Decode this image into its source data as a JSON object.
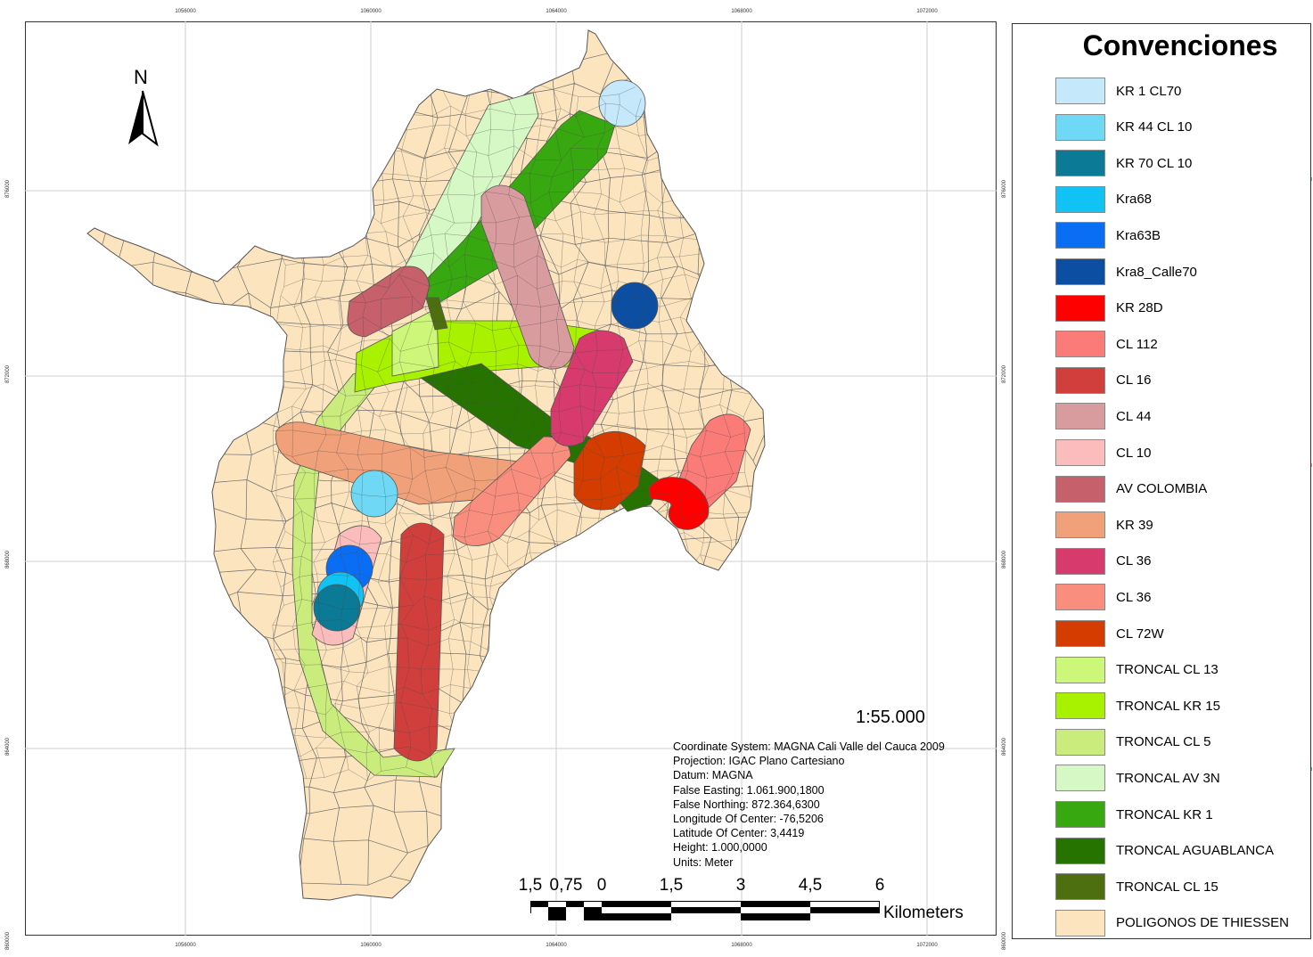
{
  "map": {
    "north_label": "N",
    "scale_ratio": "1:55.000",
    "projection_lines": [
      "Coordinate System: MAGNA Cali Valle del Cauca 2009",
      "Projection: IGAC Plano Cartesiano",
      "Datum: MAGNA",
      "False Easting: 1.061.900,1800",
      "False Northing: 872.364,6300",
      "Longitude Of Center: -76,5206",
      "Latitude Of Center: 3,4419",
      "Height: 1.000,0000",
      "Units: Meter"
    ],
    "scale_bar": {
      "labels": [
        "1,5",
        "0,75",
        "0",
        "1,5",
        "3",
        "4,5",
        "6"
      ],
      "unit": "Kilometers"
    },
    "x_ticks": [
      "1056000",
      "1060000",
      "1064000",
      "1068000",
      "1072000"
    ],
    "y_ticks": [
      "876000",
      "872000",
      "868000",
      "864000",
      "860000"
    ]
  },
  "legend": {
    "title": "Convenciones",
    "bracket_colors": [
      "#6fb3c8",
      "#f2907a",
      "#5db887"
    ],
    "items": [
      {
        "label": "KR 1 CL70",
        "color": "#c5e8fb"
      },
      {
        "label": "KR 44 CL 10",
        "color": "#6fd9f5"
      },
      {
        "label": "KR 70 CL 10",
        "color": "#0a7a96"
      },
      {
        "label": "Kra68",
        "color": "#11c2f5"
      },
      {
        "label": "Kra63B",
        "color": "#0a6ef5"
      },
      {
        "label": "Kra8_Calle70",
        "color": "#0b4ea2"
      },
      {
        "label": "KR 28D",
        "color": "#ff0000"
      },
      {
        "label": "CL 112",
        "color": "#fb7b78"
      },
      {
        "label": "CL 16",
        "color": "#d03f3c"
      },
      {
        "label": "CL 44",
        "color": "#d89b9e"
      },
      {
        "label": "CL 10",
        "color": "#fbbcbc"
      },
      {
        "label": "AV COLOMBIA",
        "color": "#c6606a"
      },
      {
        "label": "KR 39",
        "color": "#f0a179"
      },
      {
        "label": "CL 36",
        "color": "#d73a6c"
      },
      {
        "label": "CL 36",
        "color": "#fa8e7e"
      },
      {
        "label": "CL 72W",
        "color": "#d43c00"
      },
      {
        "label": "TRONCAL CL 13",
        "color": "#cdf779"
      },
      {
        "label": "TRONCAL KR 15",
        "color": "#a8f200"
      },
      {
        "label": "TRONCAL CL 5",
        "color": "#c9ec7c"
      },
      {
        "label": "TRONCAL AV 3N",
        "color": "#d6f8c4"
      },
      {
        "label": "TRONCAL KR 1",
        "color": "#37a80f"
      },
      {
        "label": "TRONCAL AGUABLANCA",
        "color": "#267300"
      },
      {
        "label": "TRONCAL CL 15",
        "color": "#4d6f0f"
      },
      {
        "label": "POLIGONOS DE THIESSEN",
        "color": "#fbe4be"
      }
    ]
  }
}
